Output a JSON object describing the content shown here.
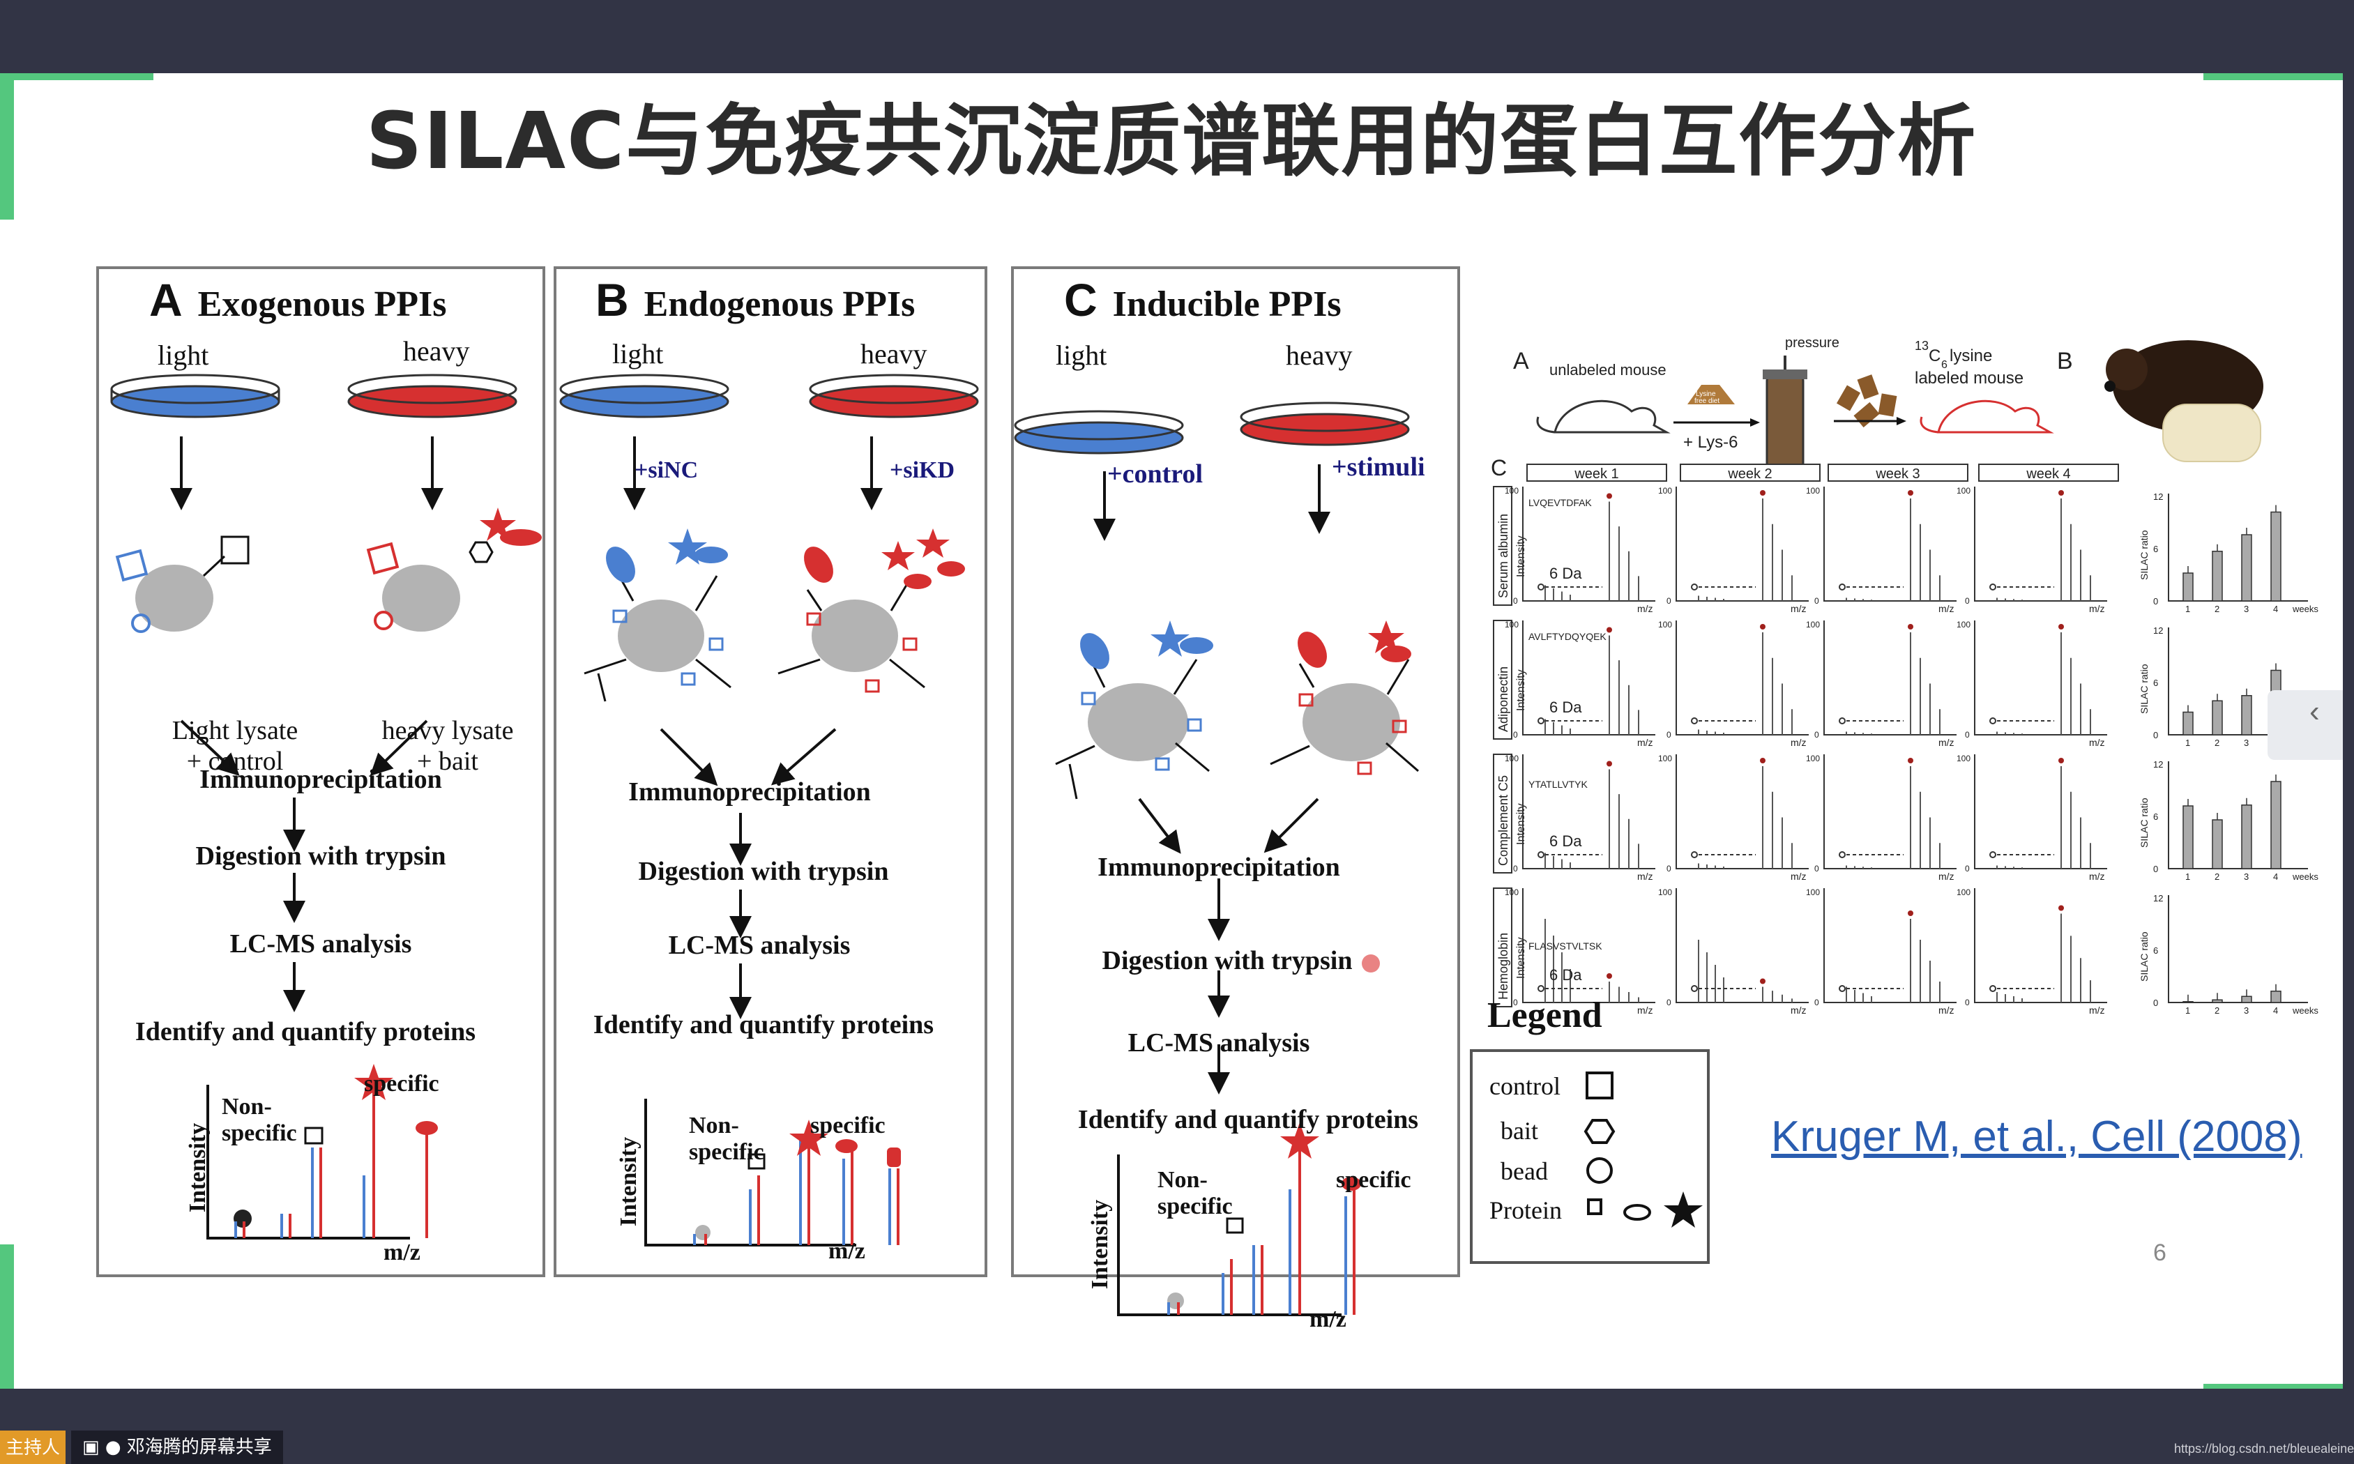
{
  "slide": {
    "title": "SILAC与免疫共沉淀质谱联用的蛋白互作分析",
    "citation": "Kruger M, et al., Cell (2008)",
    "page_number": "6"
  },
  "panels": [
    {
      "letter": "A",
      "title": "Exogenous PPIs",
      "light": "light",
      "heavy": "heavy",
      "lysate_left_1": "Light lysate",
      "lysate_left_2": "+ control",
      "lysate_right_1": "heavy lysate",
      "lysate_right_2": "+ bait",
      "steps": [
        "Immunoprecipitation",
        "Digestion with trypsin",
        "LC-MS analysis",
        "Identify and quantify proteins"
      ],
      "spectrum": {
        "nonspecific": [
          "Non-",
          "specific"
        ],
        "specific": "specific",
        "ylabel": "Intensity",
        "xlabel": "m/z"
      }
    },
    {
      "letter": "B",
      "title": "Endogenous PPIs",
      "light": "light",
      "heavy": "heavy",
      "treat_left": "+siNC",
      "treat_right": "+siKD",
      "steps": [
        "Immunoprecipitation",
        "Digestion with trypsin",
        "LC-MS analysis",
        "Identify and quantify proteins"
      ],
      "spectrum": {
        "nonspecific": [
          "Non-",
          "specific"
        ],
        "specific": "specific",
        "ylabel": "Intensity",
        "xlabel": "m/z"
      }
    },
    {
      "letter": "C",
      "title": "Inducible PPIs",
      "light": "light",
      "heavy": "heavy",
      "treat_left": "+control",
      "treat_right": "+stimuli",
      "steps": [
        "Immunoprecipitation",
        "Digestion with trypsin",
        "LC-MS analysis",
        "Identify and quantify proteins"
      ],
      "spectrum": {
        "nonspecific": [
          "Non-",
          "specific"
        ],
        "specific": "specific",
        "ylabel": "Intensity",
        "xlabel": "m/z"
      }
    }
  ],
  "mouse_figure": {
    "label_a": "A",
    "label_b": "B",
    "label_c": "C",
    "unlabeled": "unlabeled mouse",
    "feed": [
      "Lysine",
      "free diet"
    ],
    "lys6": "+ Lys-6",
    "pressure": "pressure",
    "isotope_sup": "13",
    "isotope_label": "C",
    "isotope_sub": "6",
    "isotope_rest": " lysine",
    "labeled": "labeled mouse",
    "weeks": [
      "week 1",
      "week 2",
      "week 3",
      "week 4"
    ],
    "rows": [
      {
        "protein": "Serum albumin",
        "peptide": "LVQEVTDFAK",
        "shift": "6 Da"
      },
      {
        "protein": "Adiponectin",
        "peptide": "AVLFTYDQYQEK",
        "shift": "6 Da"
      },
      {
        "protein": "Complement C5",
        "peptide": "YTATLLVTYK",
        "shift": "6 Da"
      },
      {
        "protein": "Hemoglobin",
        "peptide": "FLASVSTVLTSK",
        "shift": "6 Da"
      }
    ],
    "intensity_label": "Intensity",
    "mz_label": "m/z",
    "y_tick_100": "100",
    "y_tick_0": "0",
    "ratio_label": "SILAC ratio",
    "weeks_label": "weeks",
    "ratio_ticks": [
      "12",
      "6",
      "0"
    ],
    "week_ticks": [
      "1",
      "2",
      "3",
      "4"
    ]
  },
  "chart_data": [
    {
      "type": "bar",
      "title": "Serum albumin",
      "categories": [
        "1",
        "2",
        "3",
        "4"
      ],
      "values": [
        3.2,
        5.7,
        7.6,
        10.2
      ],
      "ylabel": "SILAC ratio",
      "xlabel": "weeks",
      "ylim": [
        0,
        12
      ]
    },
    {
      "type": "bar",
      "title": "Adiponectin",
      "categories": [
        "1",
        "2",
        "3",
        "4"
      ],
      "values": [
        2.6,
        3.9,
        4.5,
        7.4
      ],
      "ylabel": "SILAC ratio",
      "xlabel": "weeks",
      "ylim": [
        0,
        12
      ]
    },
    {
      "type": "bar",
      "title": "Complement C5",
      "categories": [
        "1",
        "2",
        "3",
        "4"
      ],
      "values": [
        7.2,
        5.6,
        7.3,
        10.0
      ],
      "ylabel": "SILAC ratio",
      "xlabel": "weeks",
      "ylim": [
        0,
        12
      ]
    },
    {
      "type": "bar",
      "title": "Hemoglobin",
      "categories": [
        "1",
        "2",
        "3",
        "4"
      ],
      "values": [
        0.1,
        0.3,
        0.7,
        1.3
      ],
      "ylabel": "SILAC ratio",
      "xlabel": "weeks",
      "ylim": [
        0,
        12
      ]
    }
  ],
  "legend": {
    "title": "Legend",
    "items": [
      "control",
      "bait",
      "bead",
      "Protein"
    ]
  },
  "screen_share": {
    "host_badge": "主持人",
    "label": "邓海腾的屏幕共享",
    "watermark": "https://blog.csdn.net/bleuealeine"
  },
  "colors": {
    "light": "#4a7fd0",
    "heavy": "#d63030",
    "bead": "#b3b3b3",
    "accent": "#54c77e",
    "link": "#2a5db0"
  }
}
